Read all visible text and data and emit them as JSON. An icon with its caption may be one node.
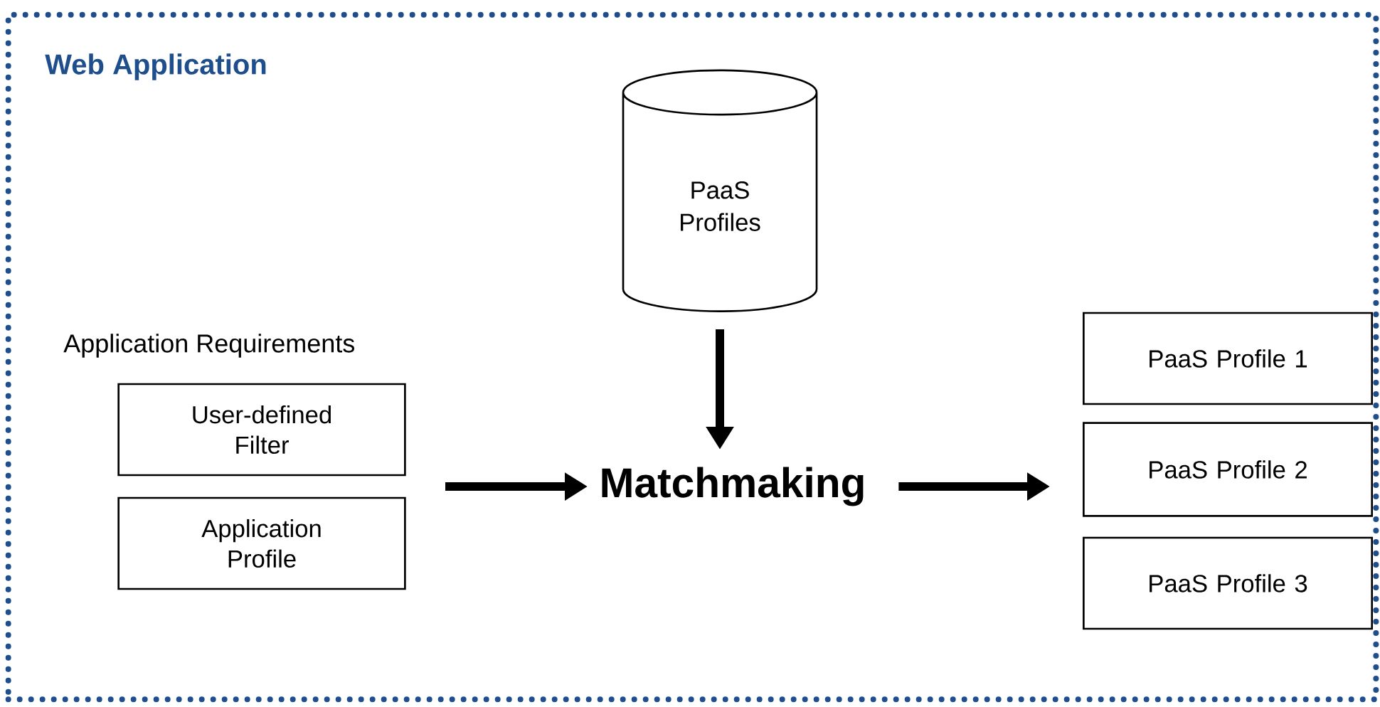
{
  "diagram": {
    "nodes": [
      {
        "text": [
          "Web Application"
        ]
      },
      {
        "text": [
          "PaaS Profiles"
        ],
        "in": 0
      },
      {
        "text": [
          "User-defined Filter"
        ],
        "in": 0
      },
      {
        "text": [
          "Application Profile"
        ],
        "in": 0
      },
      {
        "text": [
          "Matchmaking"
        ],
        "in": 0
      },
      {
        "text": [
          "PaaS Profile 1"
        ],
        "in": 0
      },
      {
        "text": [
          "PaaS Profile 2"
        ],
        "in": 0
      },
      {
        "text": [
          "PaaS Profile 3"
        ],
        "in": 0
      }
    ],
    "edges": [
      {
        "from": null,
        "to": 4,
        "arrow": "to"
      },
      {
        "from": 1,
        "to": 4,
        "arrow": "to"
      },
      {
        "from": 4,
        "to": null,
        "arrow": "to"
      }
    ],
    "labels": [
      "Application Requirements"
    ]
  }
}
